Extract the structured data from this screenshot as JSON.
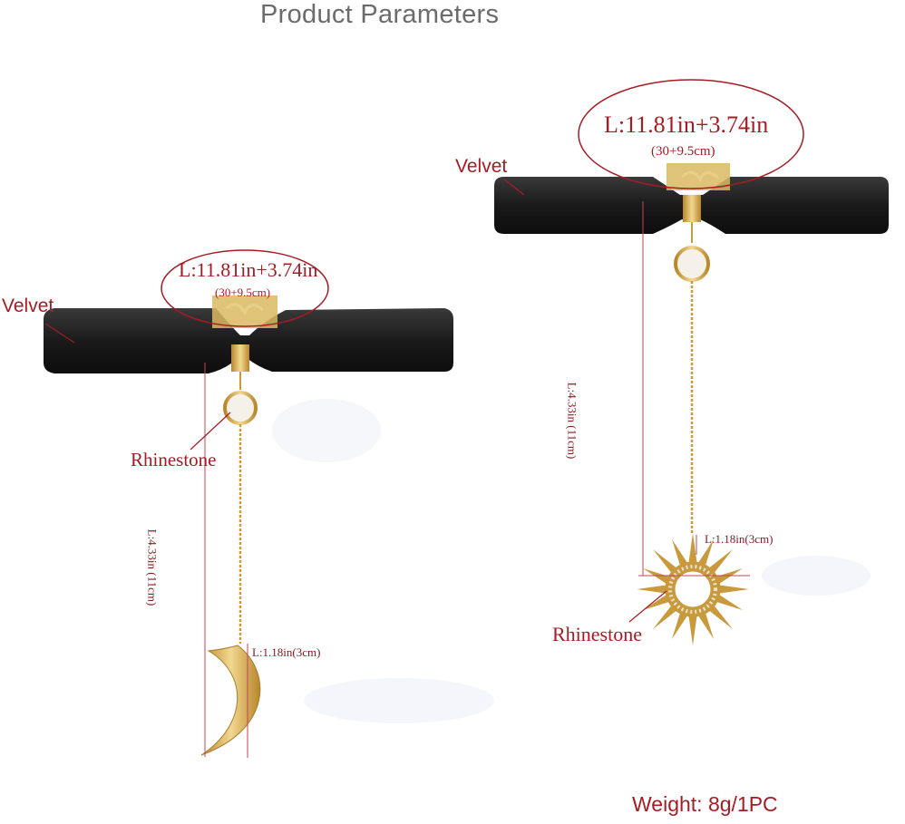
{
  "header": {
    "title": "Product Parameters"
  },
  "left_choker": {
    "material_label": "Velvet",
    "length_label": "L:11.81in+3.74in",
    "length_metric": "(30+9.5cm)",
    "rhinestone_label": "Rhinestone",
    "drop_label": "L:4.33in (11cm)",
    "pendant_label": "L:1.18in(3cm)",
    "pendant_icon": "crescent-moon-icon"
  },
  "right_choker": {
    "material_label": "Velvet",
    "length_label": "L:11.81in+3.74in",
    "length_metric": "(30+9.5cm)",
    "rhinestone_label": "Rhinestone",
    "drop_label": "L:4.33in (11cm)",
    "pendant_label": "L:1.18in(3cm)",
    "pendant_icon": "sun-star-icon"
  },
  "footer": {
    "weight": "Weight: 8g/1PC"
  },
  "colors": {
    "accent": "#a51c24",
    "velvet": "#1c1c1c",
    "gold": "#d4a94e",
    "title": "#6b6b6b"
  }
}
